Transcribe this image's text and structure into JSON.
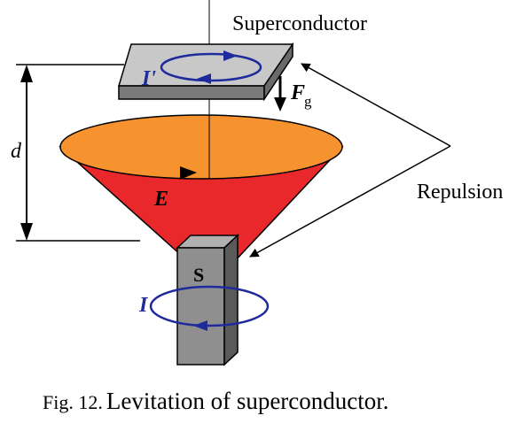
{
  "labels": {
    "superconductor": "Superconductor",
    "repulsion": "Repulsion",
    "d": "d",
    "e": "E",
    "i": "I",
    "i_prime": "I'",
    "fg_main": "F",
    "fg_sub": "g",
    "s": "S"
  },
  "caption": {
    "prefix": "Fig. 12.",
    "text": "Levitation of superconductor."
  },
  "colors": {
    "cone_side": "#e8282a",
    "cone_top": "#f7932e",
    "slab_top": "#c8c8c8",
    "slab_side": "#7a7a7a",
    "magnet_front": "#8f8f8f",
    "magnet_side": "#5a5a5a",
    "current_loop": "#1f2a9c"
  }
}
